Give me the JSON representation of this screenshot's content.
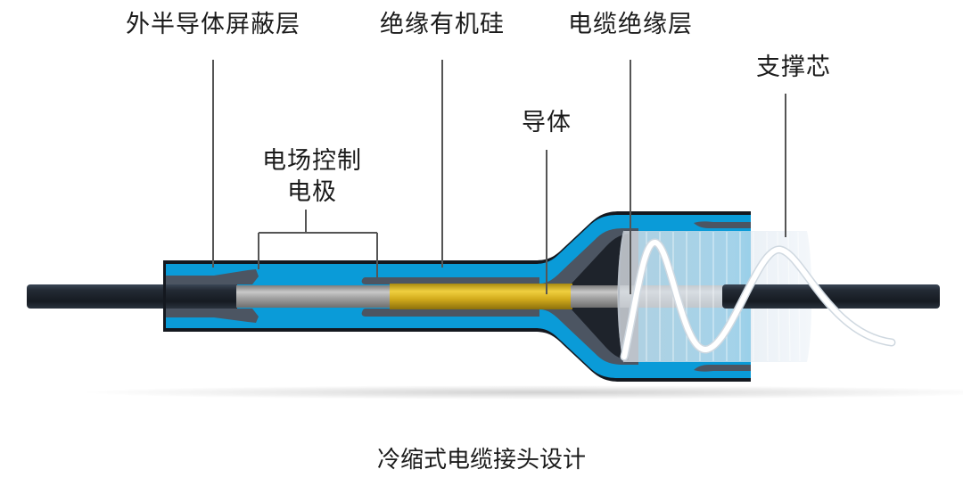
{
  "diagram": {
    "title": "冷缩式电缆接头设计",
    "labels": {
      "outer_semiconductive_shield": "外半导体屏蔽层",
      "insulating_silicone": "绝缘有机硅",
      "cable_insulation": "电缆绝缘层",
      "support_core": "支撑芯",
      "conductor": "导体",
      "stress_control_electrode_line1": "电场控制",
      "stress_control_electrode_line2": "电极"
    },
    "colors": {
      "silicone_blue": "#0a9bd8",
      "shield_black": "#14181f",
      "electrode_gray": "#4c5562",
      "connector_gold": "#d9b21f",
      "conductor_silver": "#a9a9a9",
      "cable_jacket": "#1d222b",
      "leader_line": "#555555"
    }
  }
}
